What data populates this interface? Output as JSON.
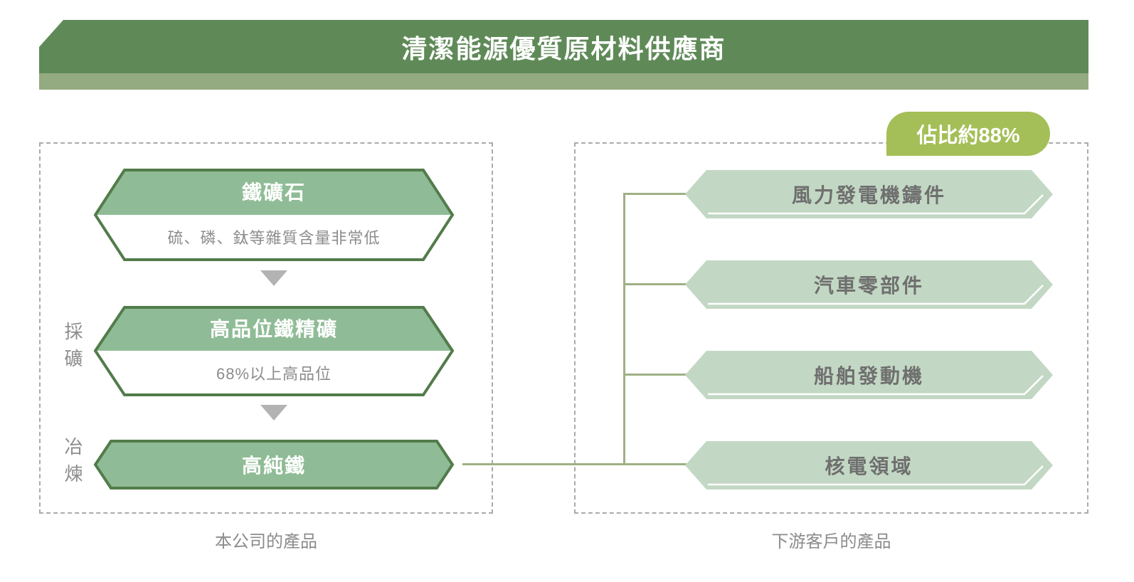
{
  "header": {
    "title": "清潔能源優質原材料供應商"
  },
  "badge": {
    "label": "佔比約88%"
  },
  "left_panel": {
    "caption": "本公司的產品",
    "stage_labels": [
      "採礦",
      "冶煉"
    ],
    "steps": [
      {
        "title": "鐵礦石",
        "subtitle": "硫、磷、鈦等雜質含量非常低"
      },
      {
        "title": "高品位鐵精礦",
        "subtitle": "68%以上高品位"
      },
      {
        "title": "高純鐵"
      }
    ]
  },
  "right_panel": {
    "caption": "下游客戶的產品",
    "products": [
      "風力發電機鑄件",
      "汽車零部件",
      "船舶發動機",
      "核電領域"
    ]
  },
  "colors": {
    "banner_green": "#5f8a58",
    "banner_strip": "#94aa80",
    "hex_fill": "#8fbc96",
    "hex_border": "#527c4a",
    "product_fill": "#c3d8c4",
    "badge_green": "#a4bf57",
    "connector": "#9fb084",
    "gray_text": "#8c8c8c"
  }
}
